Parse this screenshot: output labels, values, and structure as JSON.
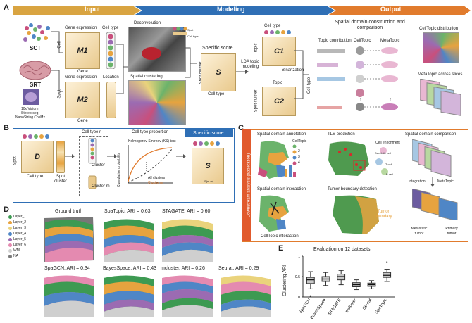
{
  "banner": {
    "input": "Input",
    "modeling": "Modeling",
    "output": "Output"
  },
  "panels": {
    "A": "A",
    "B": "B",
    "C": "C",
    "D": "D",
    "E": "E"
  },
  "panelA": {
    "sct": "SCT",
    "srt": "SRT",
    "platforms": [
      "10x Visium",
      "Stereo-seq",
      "NanoString CosMx"
    ],
    "gene_expression_1": "Gene expression",
    "gene_expression_2": "Gene expression",
    "cell_type_col": "Cell type",
    "location_col": "Location",
    "cell_axis": "Cell",
    "spot_axis": "Spot",
    "gene_axis_1": "Gene",
    "gene_axis_2": "Gene",
    "m1": "M1",
    "m2": "M2",
    "deconvolution": "Deconvolution",
    "spatial_clustering": "Spatial clustering",
    "spot_mini": "Spot",
    "cell_type_mini": "Cell type",
    "specific_score": "Specific score",
    "s": "S",
    "spot_cluster": "Spot cluster",
    "cell_type_axis": "Cell type",
    "lda": "LDA topic modeling",
    "c1": "C1",
    "c2": "C2",
    "c1_top": "Cell type",
    "topic_axis": "Topic",
    "topic_top": "Topic",
    "spot_cluster_c2": "Spot cluster",
    "binarization": "Binarization",
    "spatial_title": "Spatial domain construction and comparison",
    "topic_contribution": "Topic contribution",
    "celltopic": "CellTopic",
    "metatopic": "MetaTopic",
    "cell_type_vert": "Cell type",
    "celltopic_dist": "CellTopic distribution",
    "metatopic_slices": "MetaTopic across slices"
  },
  "panelB": {
    "spot": "Spot",
    "d": "D",
    "cell_type": "Cell type",
    "spot_cluster": "Spot cluster",
    "cell_type_n": "Cell type n",
    "cluster": "Cluster",
    "cluster_m": "Cluster m",
    "proportion": "Cell type proportion",
    "ks": "Kolmogorov-Smirnov (KS) test",
    "cum_prob": "Cumulative probability",
    "all_clusters": "All clusters",
    "cluster_m_legend": "Cluster m",
    "specific_score": "Specific score",
    "s": "S",
    "snm": "S(n, m)"
  },
  "panelC": {
    "side": "Downstream analysis (application)",
    "annotation": "Spatial domain annotation",
    "tls": "TLS prediction",
    "comparison": "Spatial domain comparison",
    "celltopic": "CellTopic",
    "legend": [
      "1",
      "2",
      "3",
      "4"
    ],
    "cell_enrichment": "Cell enrichment",
    "dendritic": "Dendritic cell",
    "t_cell": "T cell",
    "b_cell": "B cell",
    "interaction": "Spatial domain interaction",
    "tumor_boundary": "Tumor boundary detection",
    "tumor_boundary_label": "Tumor boundary",
    "celltopic_interaction": "CellTopic interaction",
    "integration": "Integration",
    "metatopic": "MetaTopic",
    "metastatic": "Metastatic tumor",
    "primary": "Primary tumor"
  },
  "panelD": {
    "legend": [
      "Layer_1",
      "Layer_2",
      "Layer_3",
      "Layer_4",
      "Layer_5",
      "Layer_6",
      "WM",
      "NA"
    ],
    "legend_colors": [
      "#3d9a52",
      "#e7a33f",
      "#ead37c",
      "#4f86c6",
      "#9b6bb2",
      "#e48ab0",
      "#cfcfcf",
      "#7a7a7a"
    ],
    "titles": [
      "Ground truth",
      "SpaTopic, ARI = 0.63",
      "STAGATE, ARI = 0.60",
      "SpaGCN, ARI = 0.34",
      "BayesSpace, ARI = 0.43",
      "mcluster, ARI = 0.26",
      "Seurat, ARI = 0.29"
    ]
  },
  "chart_data": {
    "type": "boxplot",
    "title": "Evaluation on 12 datasets",
    "ylabel": "Clustering ARI",
    "categories": [
      "SpaGCN",
      "BayesSpace",
      "STAGATE",
      "mcluster",
      "Seurat",
      "SpaTopic"
    ],
    "ylim": [
      0,
      1
    ],
    "boxes": [
      {
        "name": "SpaGCN",
        "min": 0.2,
        "q1": 0.33,
        "median": 0.42,
        "q3": 0.48,
        "max": 0.62,
        "outliers": [
          0.02
        ]
      },
      {
        "name": "BayesSpace",
        "min": 0.28,
        "q1": 0.38,
        "median": 0.44,
        "q3": 0.5,
        "max": 0.6,
        "outliers": []
      },
      {
        "name": "STAGATE",
        "min": 0.3,
        "q1": 0.42,
        "median": 0.5,
        "q3": 0.56,
        "max": 0.65,
        "outliers": []
      },
      {
        "name": "mcluster",
        "min": 0.18,
        "q1": 0.25,
        "median": 0.3,
        "q3": 0.35,
        "max": 0.42,
        "outliers": []
      },
      {
        "name": "Seurat",
        "min": 0.2,
        "q1": 0.26,
        "median": 0.3,
        "q3": 0.34,
        "max": 0.4,
        "outliers": []
      },
      {
        "name": "SpaTopic",
        "min": 0.38,
        "q1": 0.48,
        "median": 0.53,
        "q3": 0.6,
        "max": 0.68,
        "outliers": [
          0.85
        ]
      }
    ]
  }
}
